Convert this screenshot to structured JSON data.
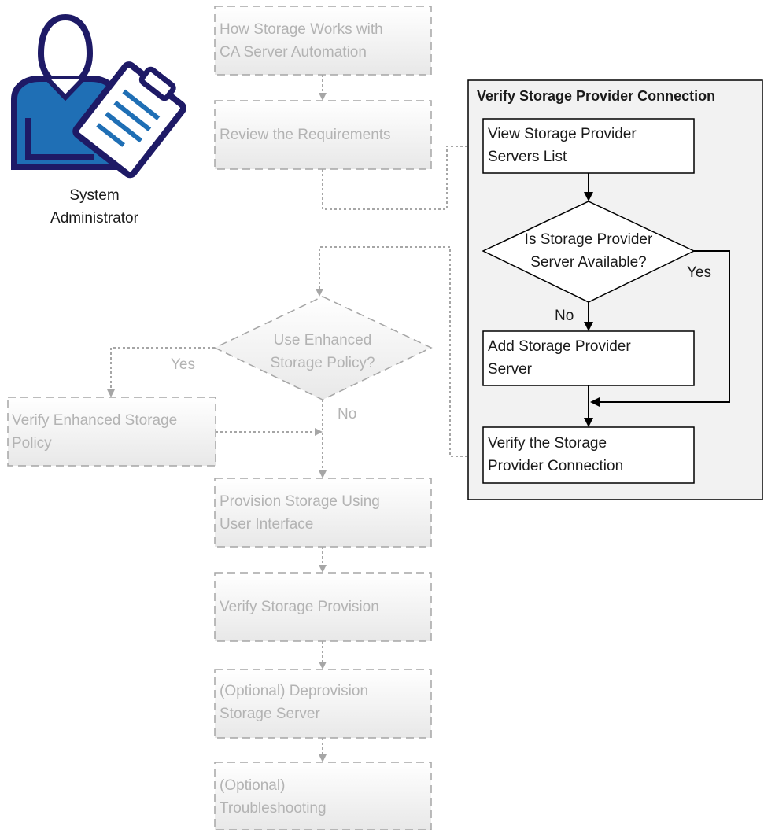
{
  "role": {
    "label_line1": "System",
    "label_line2": "Administrator"
  },
  "colors": {
    "icon_blue": "#1f6fb5",
    "icon_navy": "#1e1a66",
    "faded_stroke": "#a6a6a6",
    "faded_text": "#b3b3b3",
    "highlight_stroke": "#000000",
    "highlight_panel_bg": "#f2f2f2"
  },
  "main_flow": {
    "step1": [
      "How Storage Works with",
      "CA Server Automation"
    ],
    "step2": [
      "Review the Requirements"
    ],
    "decision": [
      "Use Enhanced",
      "Storage Policy?"
    ],
    "decision_yes": "Yes",
    "decision_no": "No",
    "side_step": [
      "Verify Enhanced Storage",
      "Policy"
    ],
    "step4": [
      "Provision Storage Using",
      "User Interface"
    ],
    "step5": [
      "Verify Storage Provision"
    ],
    "step6": [
      "(Optional) Deprovision",
      "Storage Server"
    ],
    "step7": [
      "(Optional)",
      "Troubleshooting"
    ]
  },
  "panel": {
    "title": "Verify Storage Provider Connection",
    "step1": [
      "View Storage Provider",
      "Servers List"
    ],
    "decision": [
      "Is Storage Provider",
      "Server Available?"
    ],
    "decision_yes": "Yes",
    "decision_no": "No",
    "step2": [
      "Add Storage Provider",
      "Server"
    ],
    "step3": [
      "Verify the Storage",
      "Provider Connection"
    ]
  }
}
